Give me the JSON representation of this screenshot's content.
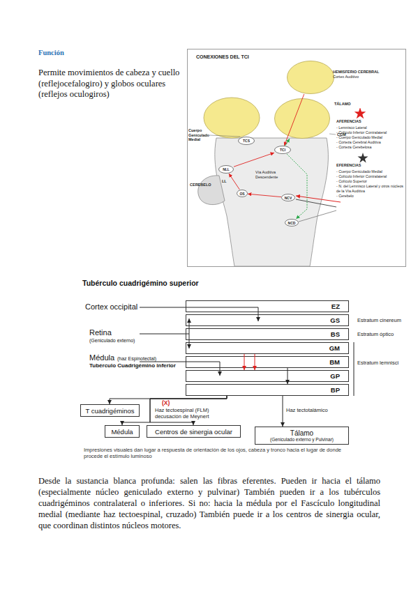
{
  "diagram": {
    "title": "Función",
    "caption": "Impresiones visuales dan lugar a respuesta de orientación de los ojos, cabeza y tronco hacia el lugar de donde procede el estímulo luminoso",
    "nodes": [
      {
        "text": [
          "CONEXIONES DEL TCI"
        ]
      },
      {
        "text": [
          "HEMISFERIO CEREBRAL",
          "Cortex Auditivo"
        ],
        "in": 0
      },
      {
        "text": [
          "TÁLAMO"
        ],
        "in": 0
      },
      {
        "text": [
          "TCS"
        ],
        "in": 0
      },
      {
        "text": [
          "TCI"
        ],
        "in": 0
      },
      {
        "text": [
          "NLL"
        ],
        "in": 0
      },
      {
        "text": [
          "OS"
        ],
        "in": 0
      },
      {
        "text": [
          "NCV"
        ],
        "in": 0
      },
      {
        "text": [
          "NCD"
        ],
        "in": 0
      },
      {
        "text": [
          "EZ"
        ]
      },
      {
        "text": [
          "GS"
        ]
      },
      {
        "text": [
          "BS"
        ]
      },
      {
        "text": [
          "GM"
        ]
      },
      {
        "text": [
          "BM"
        ]
      },
      {
        "text": [
          "GP"
        ]
      },
      {
        "text": [
          "BP"
        ]
      },
      {
        "text": [
          "T cuadrigéminos"
        ]
      },
      {
        "text": [
          "Médula"
        ]
      },
      {
        "text": [
          "Centros de sinergia ocular"
        ]
      },
      {
        "text": [
          "Tálamo",
          "(Geniculado externo y Pulvinar)"
        ]
      }
    ],
    "edges": [
      {
        "from": 1,
        "to": 4,
        "arrow": "to"
      },
      {
        "from": 5,
        "to": 4,
        "arrow": "to"
      },
      {
        "from": 7,
        "to": 6,
        "arrow": "to"
      },
      {
        "from": 6,
        "to": 5,
        "arrow": "to"
      },
      {
        "from": 4,
        "to": 2,
        "arrow": "to"
      },
      {
        "from": 4,
        "to": 8,
        "arrow": "to"
      },
      {
        "from": 12,
        "to": 14,
        "arrow": "to"
      },
      {
        "from": 12,
        "to": 14,
        "arrow": "to"
      },
      {
        "from": 13,
        "to": 15,
        "arrow": "to"
      },
      {
        "from": 15,
        "to": 16,
        "arrow": "to"
      },
      {
        "from": 15,
        "to": 17,
        "arrow": "to"
      },
      {
        "from": 15,
        "to": 18,
        "arrow": "to"
      },
      {
        "from": 15,
        "to": 19,
        "arrow": "to"
      }
    ],
    "labels": [
      "Permite movimientos de cabeza y cuello (reflejocefalogiro) y globos oculares (reflejos oculogiros)",
      "Cuerpo Geniculado Medial",
      "CGM",
      "CEREBELO",
      "LL",
      "Vía Auditiva Descendente",
      "- Lemnisco Lateral",
      "- Colículo Inferior Contralateral",
      "- Cuerpo Geniculado Medial",
      "- Corteza Cerebral Auditiva",
      "- Corteza Cerebelosa",
      "- Cuerpo Geniculado Medial",
      "- Colículo Inferior Contralateral",
      "- Colículo Superior",
      "- N. del Lemnisco Lateral y otros núcleos de la Vía Auditiva",
      "- Cerebelo",
      "Tubérculo cuadrigémino superior",
      "Cortex occipital",
      "Retina",
      "(Geniculado externo)",
      "Médula",
      "(haz Espinotectal)",
      "Tubérculo Cuadrigémino inferior",
      "Estratum cinereum",
      "Estratum óptico",
      "Estratum lemnisci",
      "(X)",
      "Haz tectoespinal (FLM) decusación de Meynert",
      "Haz tectotalámico",
      "Desde la sustancia blanca profunda: salen las fibras eferentes. Pueden ir hacia el tálamo (especialmente núcleo geniculado externo y pulvinar) También pueden ir a los tubérculos cuadrigéminos contralateral o inferiores. Si no: hacia la médula por el Fascículo longitudinal medial (mediante haz tectoespinal, cruzado) También puede ir a los centros de sinergia ocular, que coordinan distintos núcleos motores."
    ],
    "legend": [
      {
        "text": "AFERENCIAS",
        "color": "#e0201e"
      },
      {
        "text": "EFERENCIAS",
        "color": "#333333"
      }
    ]
  }
}
